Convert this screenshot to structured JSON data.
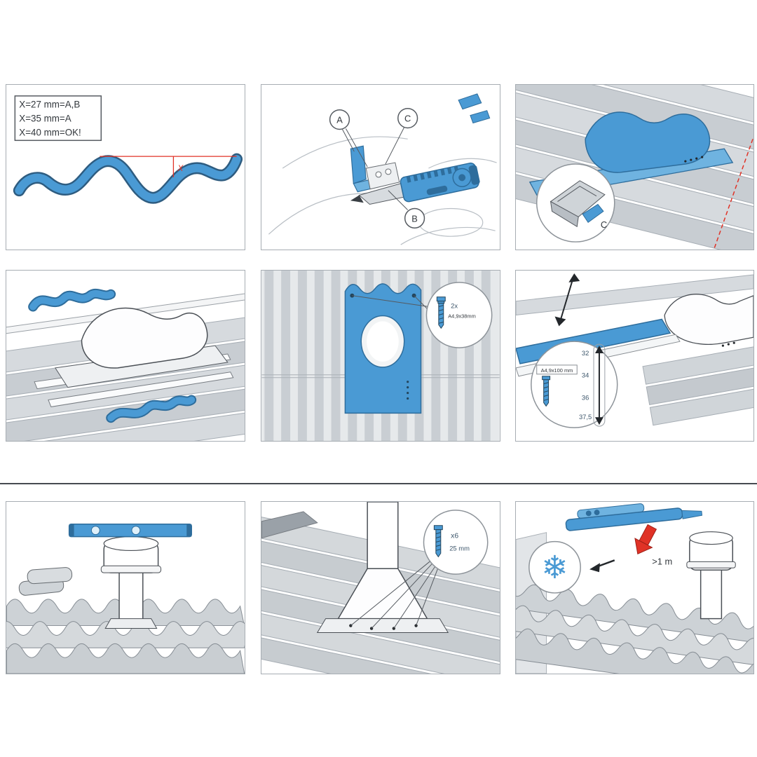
{
  "colors": {
    "accent_blue": "#4a9ad4",
    "accent_blue_dark": "#2e6d9c",
    "alert_red": "#e03226",
    "tile_gray": "#ced3d7",
    "panel_border": "#a7adb3"
  },
  "panels": {
    "profile_measurement": {
      "note_lines": [
        "X=27 mm=A,B",
        "X=35 mm=A",
        "X=40 mm=OK!"
      ],
      "dimension_label": "X"
    },
    "cut_adapter": {
      "label_a": "A",
      "label_b": "B",
      "label_c": "C"
    },
    "fit_flashing": {
      "detail_label": "C"
    },
    "screw_plate": {
      "screw_count": "2x",
      "screw_size": "A4,9x38mm"
    },
    "adjust_position": {
      "screw_size": "A4,9x100 mm",
      "scale_values": [
        "32",
        "34",
        "36",
        "37,5"
      ]
    },
    "seal_screws": {
      "screw_count": "x6",
      "screw_size": "25 mm"
    },
    "winter_clearance": {
      "distance_label": ">1 m"
    }
  }
}
